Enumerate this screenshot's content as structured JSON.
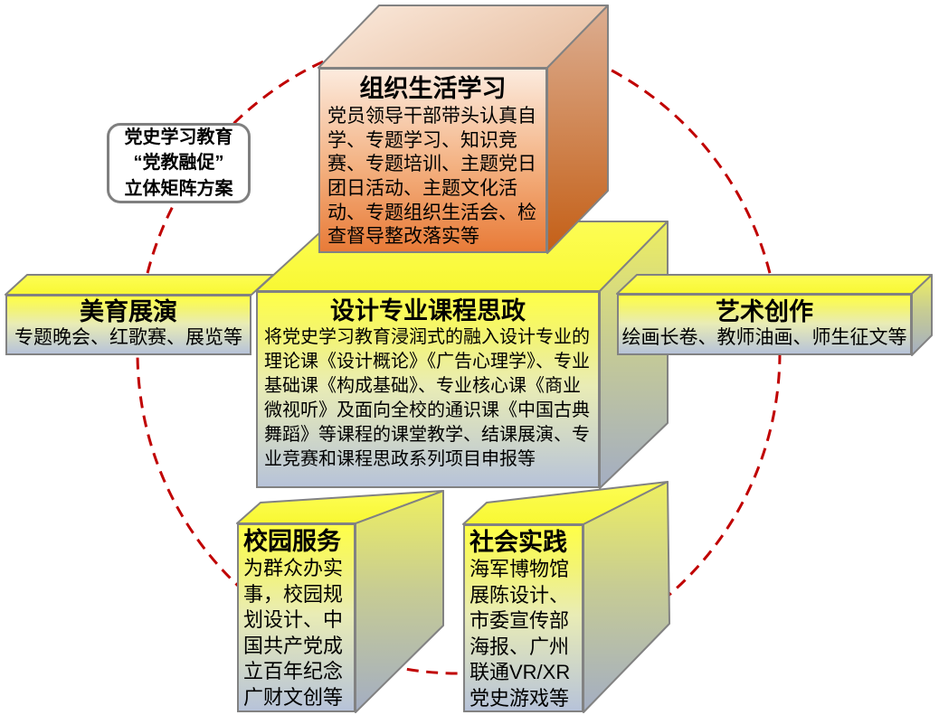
{
  "scheme_label": {
    "line1": "党史学习教育",
    "line2": "“党教融促”",
    "line3": "立体矩阵方案"
  },
  "boxes": {
    "organization": {
      "title": "组织生活学习",
      "body": "党员领导干部带头认真自学、专题学习、知识竞赛、专题培训、主题党日团日活动、主题文化活动、专题组织生活会、检查督导整改落实等"
    },
    "aesthetic": {
      "title": "美育展演",
      "body": "专题晚会、红歌赛、展览等"
    },
    "curriculum": {
      "title": "设计专业课程思政",
      "body": "将党史学习教育浸润式的融入设计专业的理论课《设计概论》《广告心理学》、专业基础课《构成基础》、专业核心课《商业微视听》及面向全校的通识课《中国古典舞蹈》等课程的课堂教学、结课展演、专业竞赛和课程思政系列项目申报等"
    },
    "art": {
      "title": "艺术创作",
      "body": "绘画长卷、教师油画、师生征文等"
    },
    "campus": {
      "title": "校园服务",
      "body": "为群众办实事，校园规划设计、中国共产党成立百年纪念广财文创等"
    },
    "practice": {
      "title": "社会实践",
      "body": "海军博物馆展陈设计、市委宣传部海报、广州联通VR/XR党史游戏等"
    }
  },
  "colors": {
    "dashed_circle": "#C00000",
    "box_border": "#828282",
    "label_border": "#7F7F7F",
    "orange_gradient_top": "#FCEBDE",
    "orange_gradient_bottom": "#E87B38",
    "yellow_gradient_top": "#FFFF47",
    "yellow_gradient_bottom": "#B7C3D9"
  }
}
